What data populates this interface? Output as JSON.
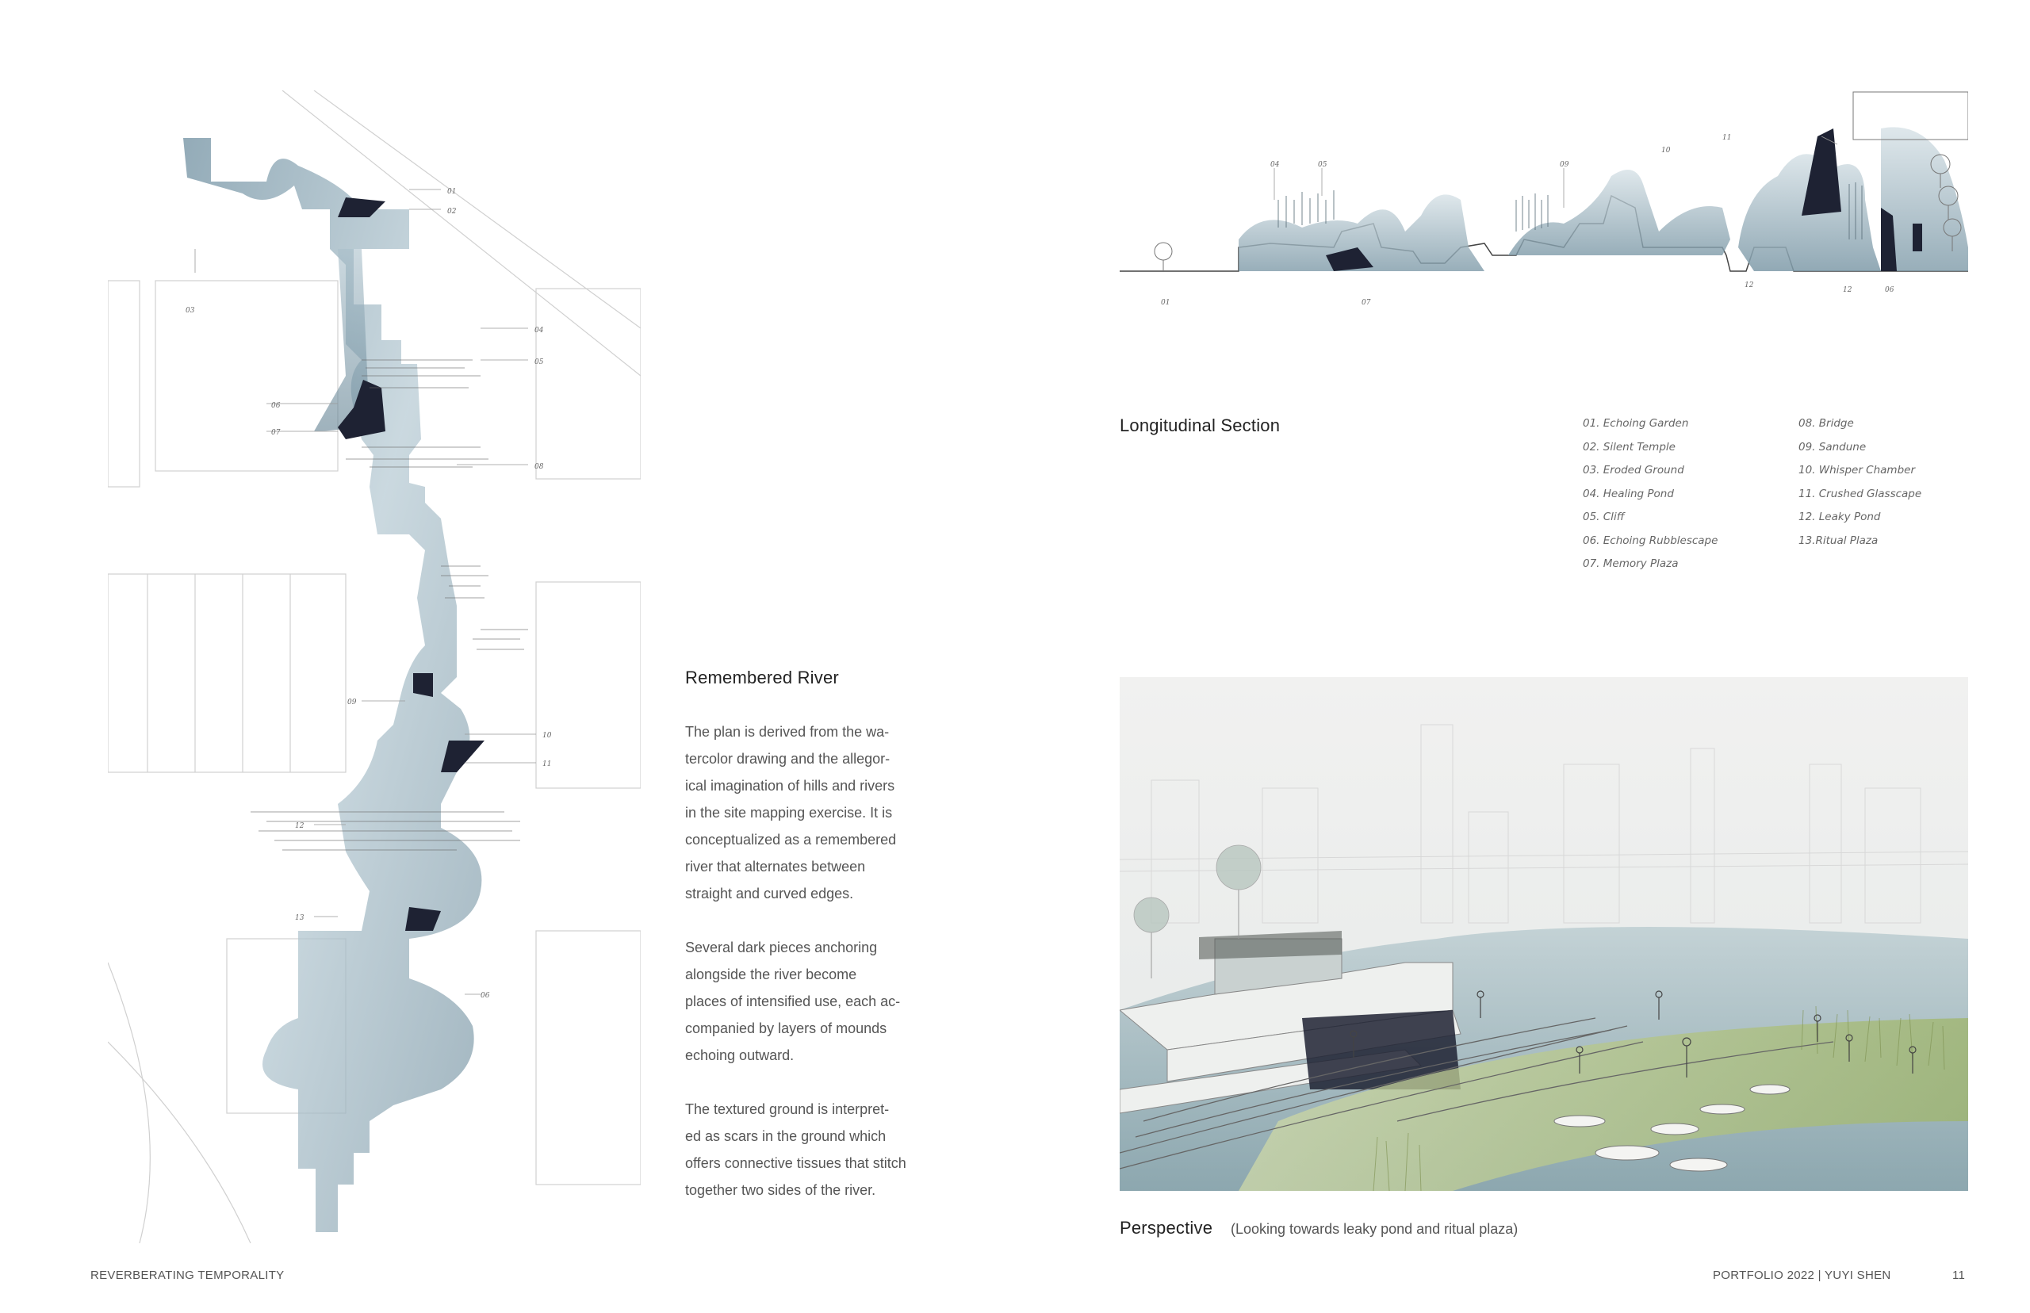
{
  "footer": {
    "left": "REVERBERATING TEMPORALITY",
    "right": "PORTFOLIO 2022 | YUYI SHEN",
    "page_number": "11"
  },
  "plan": {
    "labels": [
      "01",
      "02",
      "03",
      "04",
      "05",
      "06",
      "07",
      "08",
      "09",
      "10",
      "11",
      "12",
      "13",
      "06"
    ]
  },
  "remembered_river": {
    "title": "Remembered River",
    "paragraph1": [
      "The plan is derived from the wa-",
      "tercolor drawing and the allegor-",
      "ical imagination of hills and rivers",
      "in the site mapping exercise. It is",
      "conceptualized as a remembered",
      "river that alternates between",
      "straight and curved edges."
    ],
    "paragraph2": [
      "Several dark pieces anchoring",
      "alongside the river become",
      "places of intensified use, each ac-",
      "companied by layers of mounds",
      "echoing outward."
    ],
    "paragraph3": [
      "The textured ground is interpret-",
      "ed as scars in the ground which",
      "offers connective tissues that stitch",
      "together two sides of the river."
    ]
  },
  "section": {
    "title": "Longitudinal Section",
    "labels": [
      "01",
      "04",
      "05",
      "07",
      "09",
      "10",
      "11",
      "12",
      "12",
      "06"
    ],
    "legend_col1": [
      "01.  Echoing Garden",
      "02. Silent Temple",
      "03. Eroded Ground",
      "04. Healing Pond",
      "05. Cliff",
      "06. Echoing Rubblescape",
      "07.  Memory Plaza"
    ],
    "legend_col2": [
      "08. Bridge",
      "09. Sandune",
      "10. Whisper Chamber",
      "11. Crushed Glasscape",
      "12. Leaky Pond",
      "13.Ritual Plaza"
    ]
  },
  "perspective": {
    "title": "Perspective",
    "caption": "(Looking towards leaky pond and ritual plaza)"
  },
  "colors": {
    "water": "#8fa7b3",
    "dark_piece": "#1e2233",
    "grass": "#9fb56a",
    "text": "#555555"
  }
}
